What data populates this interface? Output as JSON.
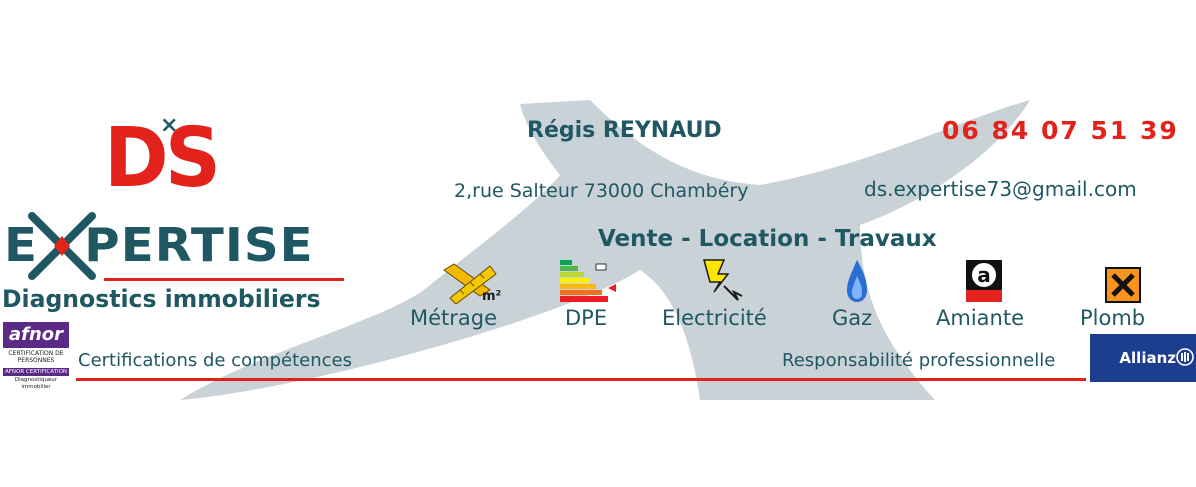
{
  "logo": {
    "ds": "DS",
    "x_small": "×",
    "expertise_left": "E",
    "expertise_right": "PERTISE",
    "subtitle": "Diagnostics immobiliers"
  },
  "afnor": {
    "brand": "afnor",
    "line1": "CERTIFICATION DE PERSONNES",
    "line2": "AFNOR CERTIFICATION",
    "line3": "Diagnostiqueur immobilier"
  },
  "contact": {
    "name": "Régis REYNAUD",
    "phone": "06 84 07 51 39",
    "address": "2,rue Salteur 73000 Chambéry",
    "email": "ds.expertise73@gmail.com"
  },
  "tagline": "Vente - Location - Travaux",
  "services": [
    {
      "label": "Métrage",
      "icon": "ruler-m2-icon"
    },
    {
      "label": "DPE",
      "icon": "energy-label-icon"
    },
    {
      "label": "Electricité",
      "icon": "lightning-icon"
    },
    {
      "label": "Gaz",
      "icon": "gas-flame-icon"
    },
    {
      "label": "Amiante",
      "icon": "asbestos-icon"
    },
    {
      "label": "Plomb",
      "icon": "toxic-hazard-icon"
    }
  ],
  "metrage_icon_text": "m²",
  "asbestos_icon_text": "a",
  "footer": {
    "certifications": "Certifications de compétences",
    "responsibility": "Responsabilité professionnelle",
    "insurer": "Allianz"
  },
  "colors": {
    "teal": "#1f5863",
    "red": "#e3231b",
    "grey_shape": "#c3cdd1",
    "afnor_purple": "#5b2a86",
    "allianz_blue": "#1d3d8f"
  }
}
